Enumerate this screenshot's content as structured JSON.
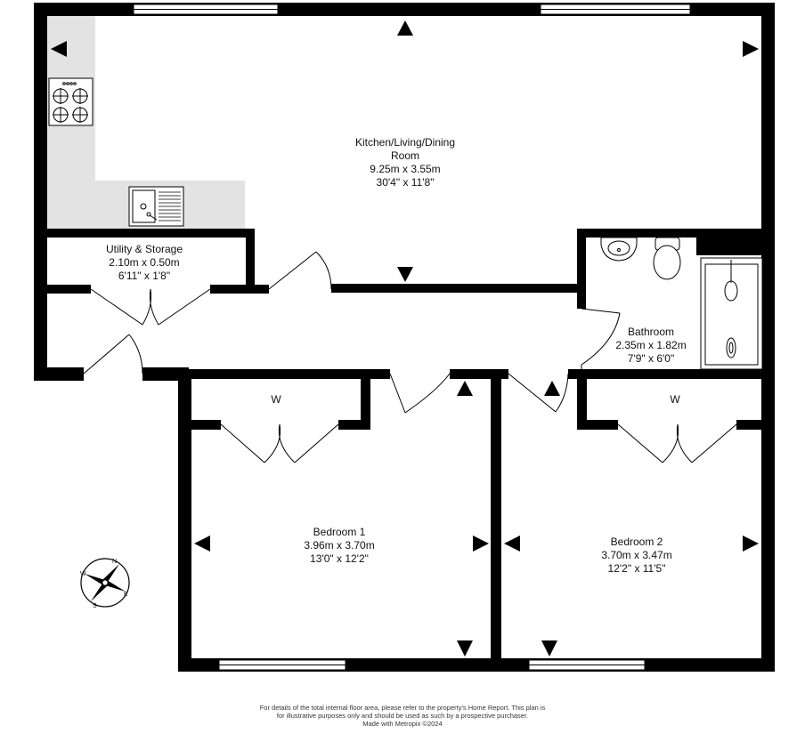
{
  "rooms": {
    "kitchen": {
      "name": "Kitchen/Living/Dining",
      "name2": "Room",
      "metric": "9.25m  x 3.55m",
      "imperial": "30'4\"  x 11'8\""
    },
    "utility": {
      "name": "Utility & Storage",
      "metric": "2.10m  x 0.50m",
      "imperial": "6'11\"  x 1'8\""
    },
    "bathroom": {
      "name": "Bathroom",
      "metric": "2.35m  x 1.82m",
      "imperial": "7'9\"  x 6'0\""
    },
    "bedroom1": {
      "name": "Bedroom 1",
      "metric": "3.96m  x 3.70m",
      "imperial": "13'0\"  x 12'2\""
    },
    "bedroom2": {
      "name": "Bedroom 2",
      "metric": "3.70m  x 3.47m",
      "imperial": "12'2\"  x 11'5\""
    }
  },
  "wardrobes": {
    "w1": "W",
    "w2": "W"
  },
  "compass": {
    "n": "N",
    "e": "E",
    "s": "S",
    "w": "W"
  },
  "footer": {
    "line1": "For details of the total internal floor area, please refer to the property's Home Report. This plan is",
    "line2": "for illustrative purposes only and should be used as such by a prospective purchaser.",
    "line3": "Made with Metropix ©2024"
  },
  "colors": {
    "wall": "#000000",
    "fitted_units": "#e3e3e3",
    "window": "#ffffff",
    "line": "#000000"
  }
}
